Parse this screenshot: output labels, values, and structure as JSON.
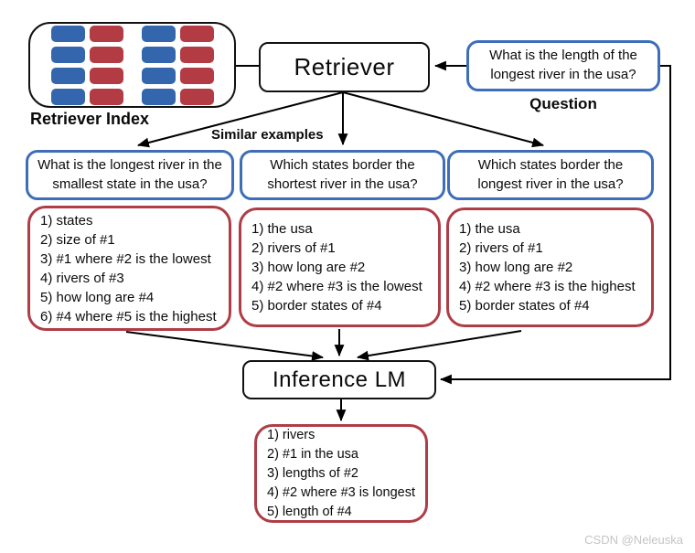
{
  "colors": {
    "blue": "#3d6eb7",
    "red": "#ae3d46",
    "block_blue": "#3466ae",
    "block_red": "#b23b44",
    "line": "#000000",
    "watermark_gray": "#c4c4c4"
  },
  "retriever_index": {
    "label": "Retriever Index",
    "rows": 4,
    "column_colors": [
      "block_blue",
      "block_red",
      "block_blue",
      "block_red"
    ]
  },
  "retriever": {
    "label": "Retriever"
  },
  "question": {
    "text": "What is the length of the longest river in the usa?",
    "label": "Question"
  },
  "similar_examples_label": "Similar examples",
  "examples": [
    {
      "question": "What is the longest river in the smallest state in the usa?",
      "steps": [
        "1) states",
        "2) size of #1",
        "3) #1 where #2 is the lowest",
        "4) rivers of #3",
        "5) how long are #4",
        "6) #4 where #5 is the highest"
      ]
    },
    {
      "question": "Which states border the shortest river in the usa?",
      "steps": [
        "1) the usa",
        "2) rivers of #1",
        "3) how long are #2",
        "4) #2 where #3 is the lowest",
        "5) border states of #4"
      ]
    },
    {
      "question": "Which states border the longest river in the usa?",
      "steps": [
        "1) the usa",
        "2) rivers of #1",
        "3) how long are #2",
        "4) #2 where #3 is the highest",
        "5) border states of #4"
      ]
    }
  ],
  "inference_lm": {
    "label": "Inference LM"
  },
  "output": {
    "steps": [
      "1) rivers",
      "2) #1 in the usa",
      "3) lengths of #2",
      "4) #2 where #3 is longest",
      "5) length of #4"
    ]
  },
  "watermark": "CSDN @Neleuska"
}
